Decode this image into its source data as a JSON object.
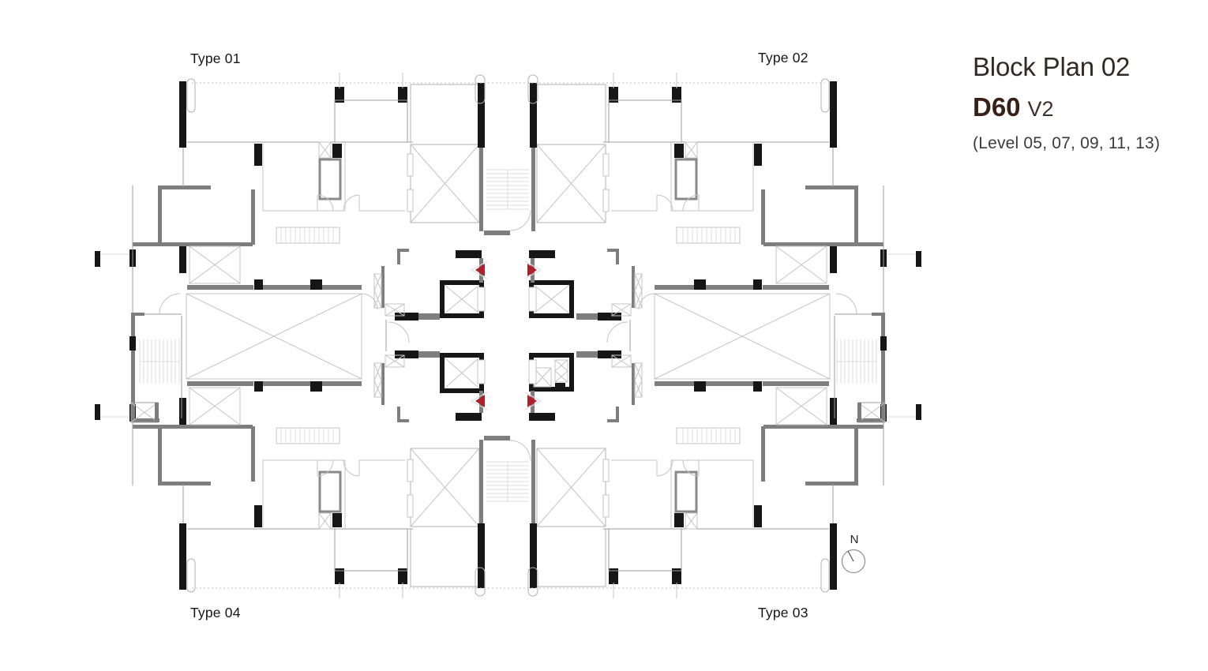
{
  "title_block": {
    "plan_title": "Block Plan 02",
    "unit_code": "D60",
    "version": "V2",
    "levels": "(Level 05, 07, 09, 11, 13)"
  },
  "unit_labels": {
    "top_left": "Type 01",
    "top_right": "Type 02",
    "bottom_right": "Type 03",
    "bottom_left": "Type 04"
  },
  "north_indicator": {
    "label": "N"
  },
  "icons": {
    "north_arrow": "north-arrow-icon",
    "elevator_markers": "elevator-direction-triangle-icon"
  },
  "colors": {
    "background": "#ffffff",
    "wall_black": "#161616",
    "wall_gray": "#7e7e7e",
    "line_light": "#c4c4c4",
    "accent_red": "#ad202c",
    "title_dark": "#322a26",
    "code_brown": "#372117",
    "levels_gray": "#3b3b3b"
  }
}
